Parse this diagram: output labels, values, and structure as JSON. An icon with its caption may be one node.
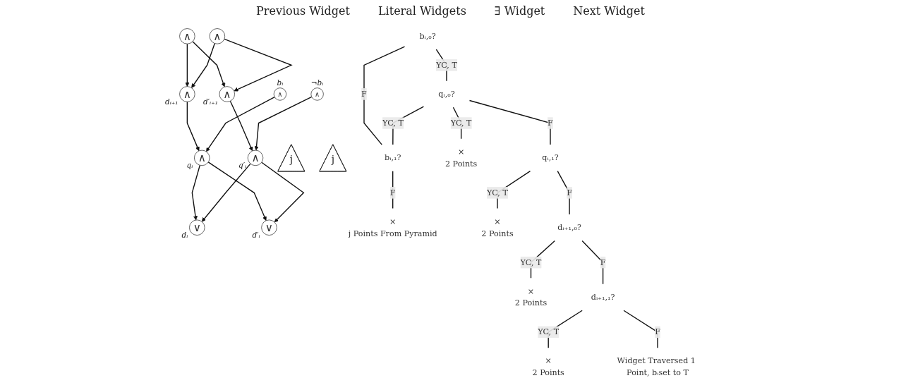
{
  "diagram": {
    "nodes": [
      {
        "text": [
          "∨"
        ],
        "beside": [
          "dᵢ"
        ]
      },
      {
        "text": [
          "∨"
        ],
        "beside": [
          "d′ᵢ"
        ]
      },
      {
        "text": [
          "∧"
        ],
        "beside": [
          "qᵢ"
        ]
      },
      {
        "text": [
          "∧"
        ],
        "beside": [
          "q′ᵢ"
        ]
      },
      {
        "text": [
          "∧"
        ],
        "beside": [
          "dᵢ₊₁"
        ]
      },
      {
        "text": [
          "∧"
        ],
        "beside": [
          "d′ᵢ₊₁"
        ]
      },
      {
        "text": [
          "∧"
        ]
      },
      {
        "text": [
          "∧"
        ]
      },
      {
        "text": [
          "∧"
        ],
        "beside": [
          "¬bᵢ"
        ]
      },
      {
        "text": [
          "j"
        ]
      },
      {
        "text": [
          "∧"
        ],
        "beside": [
          "bᵢ"
        ]
      },
      {
        "text": [
          "j"
        ]
      },
      {
        "text": [
          "bᵢ,₀?"
        ]
      },
      {
        "text": [
          "qᵢ,₀?"
        ]
      },
      {
        "text": [
          "bᵢ,₁?"
        ]
      },
      {
        "text": [
          "×",
          "2 Points"
        ]
      },
      {
        "text": [
          "qᵢ,₁?"
        ]
      },
      {
        "text": [
          "×",
          "j Points From Pyramid"
        ]
      },
      {
        "text": [
          "×",
          "2 Points"
        ]
      },
      {
        "text": [
          "dᵢ₊₁,₀?"
        ]
      },
      {
        "text": [
          "×",
          "2 Points"
        ]
      },
      {
        "text": [
          "dᵢ₊₁,₁?"
        ]
      },
      {
        "text": [
          "×",
          "2 Points"
        ]
      },
      {
        "text": [
          "Widget Traversed 1 Point, bᵢset to T"
        ]
      }
    ],
    "edges": [
      {
        "from": 2,
        "to": 0,
        "arrow": "to"
      },
      {
        "from": 2,
        "to": 1,
        "arrow": "to"
      },
      {
        "from": 3,
        "to": 0,
        "arrow": "to"
      },
      {
        "from": 3,
        "to": 1,
        "arrow": "to"
      },
      {
        "from": 4,
        "to": 2,
        "arrow": "to"
      },
      {
        "from": 5,
        "to": 3,
        "arrow": "to"
      },
      {
        "from": 6,
        "to": 4,
        "arrow": "to"
      },
      {
        "from": 6,
        "to": 5,
        "arrow": "to"
      },
      {
        "from": 7,
        "to": 4,
        "arrow": "to"
      },
      {
        "from": 7,
        "to": 5,
        "arrow": "to"
      },
      {
        "from": 8,
        "to": 3,
        "arrow": "to"
      },
      {
        "from": 10,
        "to": 2,
        "arrow": "to"
      },
      {
        "from": 12,
        "to": 13,
        "arrow": "none",
        "label": "YC, T"
      },
      {
        "from": 12,
        "to": 14,
        "arrow": "none",
        "label": "F"
      },
      {
        "from": 13,
        "to": 14,
        "arrow": "none",
        "label": "YC, T"
      },
      {
        "from": 13,
        "to": 15,
        "arrow": "none",
        "label": "YC, T"
      },
      {
        "from": 13,
        "to": 16,
        "arrow": "none",
        "label": "F"
      },
      {
        "from": 14,
        "to": 17,
        "arrow": "none",
        "label": "F"
      },
      {
        "from": 16,
        "to": 18,
        "arrow": "none",
        "label": "YC, T"
      },
      {
        "from": 16,
        "to": 19,
        "arrow": "none",
        "label": "F"
      },
      {
        "from": 19,
        "to": 20,
        "arrow": "none",
        "label": "YC, T"
      },
      {
        "from": 19,
        "to": 21,
        "arrow": "none",
        "label": "F"
      },
      {
        "from": 21,
        "to": 22,
        "arrow": "none",
        "label": "YC, T"
      },
      {
        "from": 21,
        "to": 23,
        "arrow": "none",
        "label": "F"
      }
    ],
    "labels": [
      "Previous Widget",
      "Literal Widgets",
      "∃ Widget",
      "Next Widget"
    ]
  }
}
